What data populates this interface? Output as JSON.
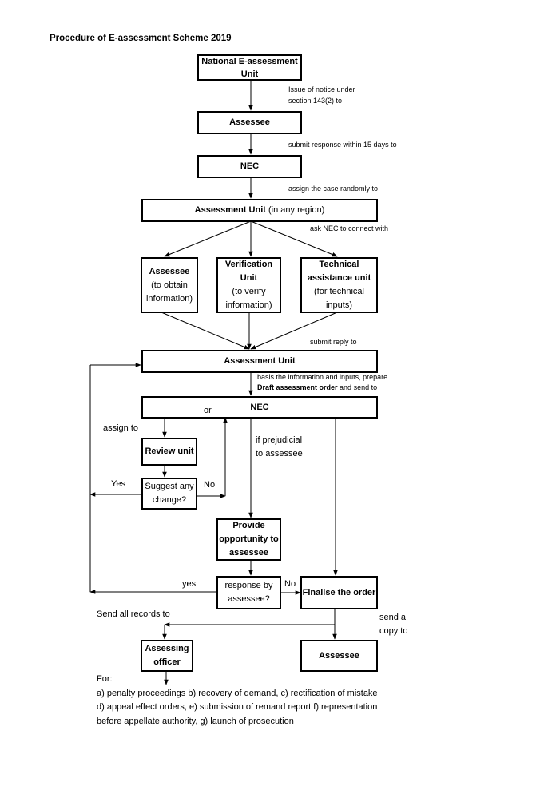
{
  "title": "Procedure of E-assessment Scheme 2019",
  "nodes": {
    "neau": "National E-assessment Unit",
    "assessee1": "Assessee",
    "nec1": "NEC",
    "au1_bold": "Assessment Unit",
    "au1_rest": " (in any region)",
    "assessee_info_bold": "Assessee",
    "assessee_info_rest": "(to obtain information)",
    "verification_bold": "Verification Unit",
    "verification_rest": "(to verify information)",
    "technical_bold": "Technical assistance unit",
    "technical_rest": "(for technical inputs)",
    "au2": "Assessment Unit",
    "nec2": "NEC",
    "review": "Review unit",
    "suggest": "Suggest any change?",
    "provide": "Provide opportunity to assessee",
    "response": "response by assessee?",
    "finalise": "Finalise the order",
    "ao": "Assessing officer",
    "assessee_final": "Assessee"
  },
  "labels": {
    "issue": "Issue of notice under",
    "issue2": "section 143(2) to",
    "submit": "submit response within 15 days to",
    "assign_random": "assign the case randomly to",
    "ask_nec": "ask NEC to connect with",
    "submit_reply": "submit reply to",
    "basis": "basis the information and inputs, prepare",
    "draft_bold": "Draft assessment order",
    "draft_rest": " and send to",
    "or": "or",
    "assign_to": "assign to",
    "if_prejudicial": "if prejudicial",
    "to_assessee": "to assessee",
    "yes_cap": "Yes",
    "no_cap": "No",
    "yes": "yes",
    "no_resp": "No",
    "send_records": "Send all records to",
    "send_copy": "send a",
    "send_copy2": "copy to"
  },
  "footer": {
    "for": "For:",
    "text": "a) penalty proceedings b) recovery of demand, c) rectification of mistake d) appeal effect orders, e) submission of remand report f) representation before appellate authority, g) launch of prosecution"
  }
}
